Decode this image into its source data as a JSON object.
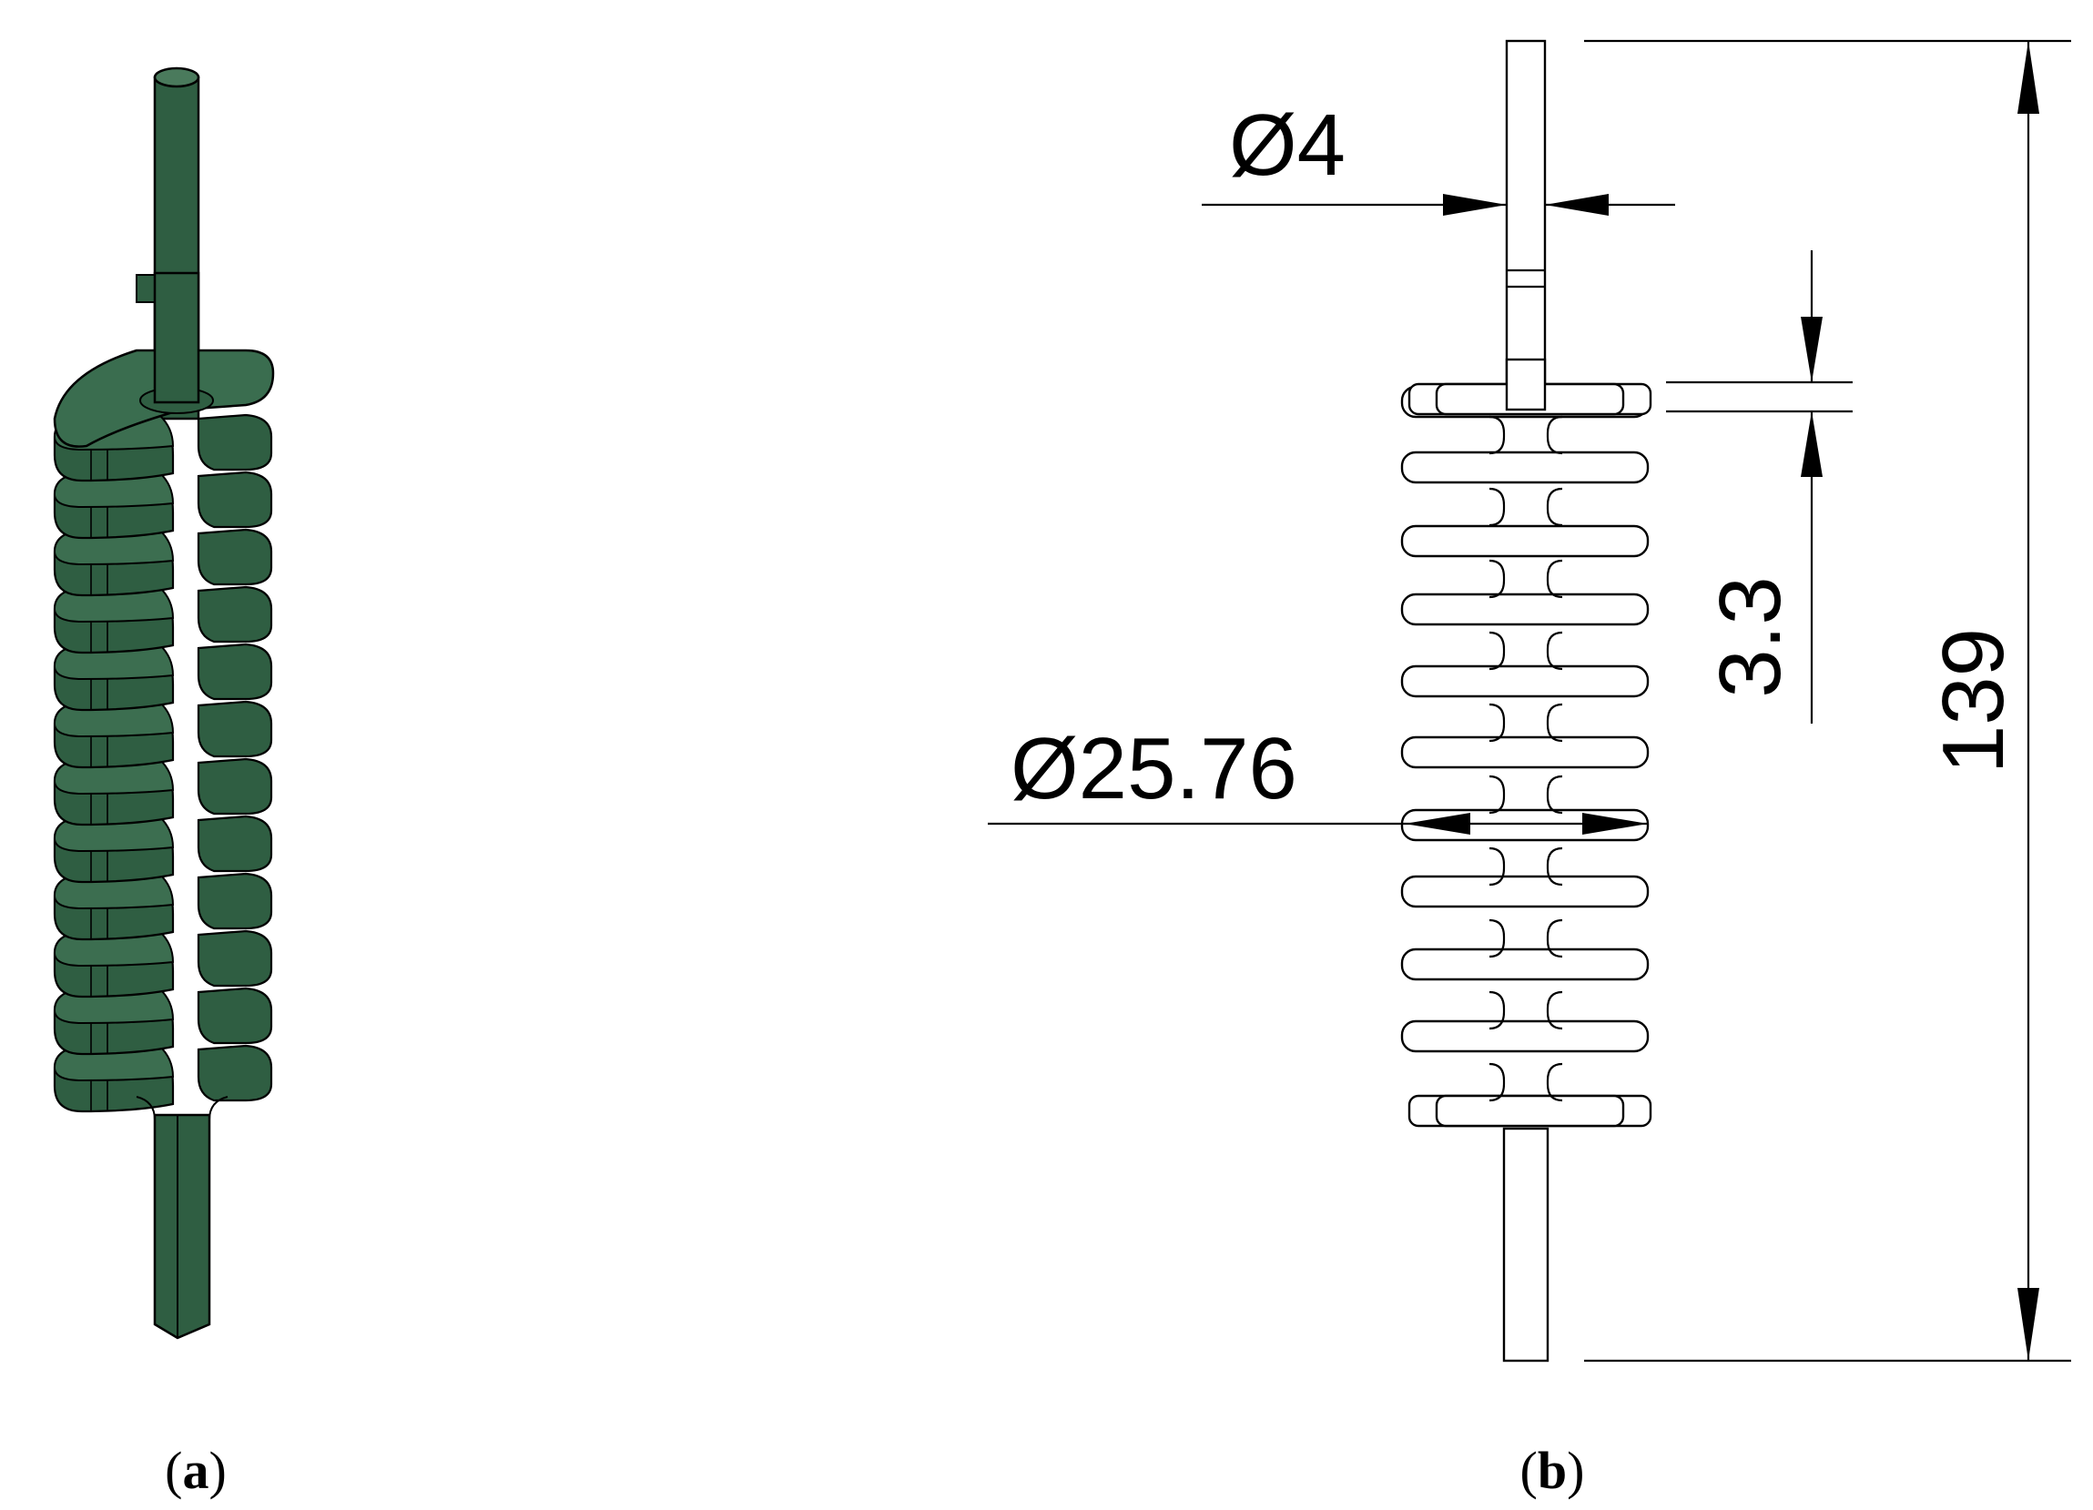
{
  "panels": [
    {
      "id": "a",
      "label": "a"
    },
    {
      "id": "b",
      "label": "b"
    }
  ],
  "dimensions": {
    "rod_diameter": "Ø4",
    "fin_thickness": "3.3",
    "fin_diameter": "Ø25.76",
    "overall_length": "139"
  },
  "colors": {
    "model_fill": "#2f5e42",
    "model_dark": "#1e3f2c",
    "model_light": "#4a7a5c",
    "line": "#000000",
    "background": "#ffffff"
  }
}
